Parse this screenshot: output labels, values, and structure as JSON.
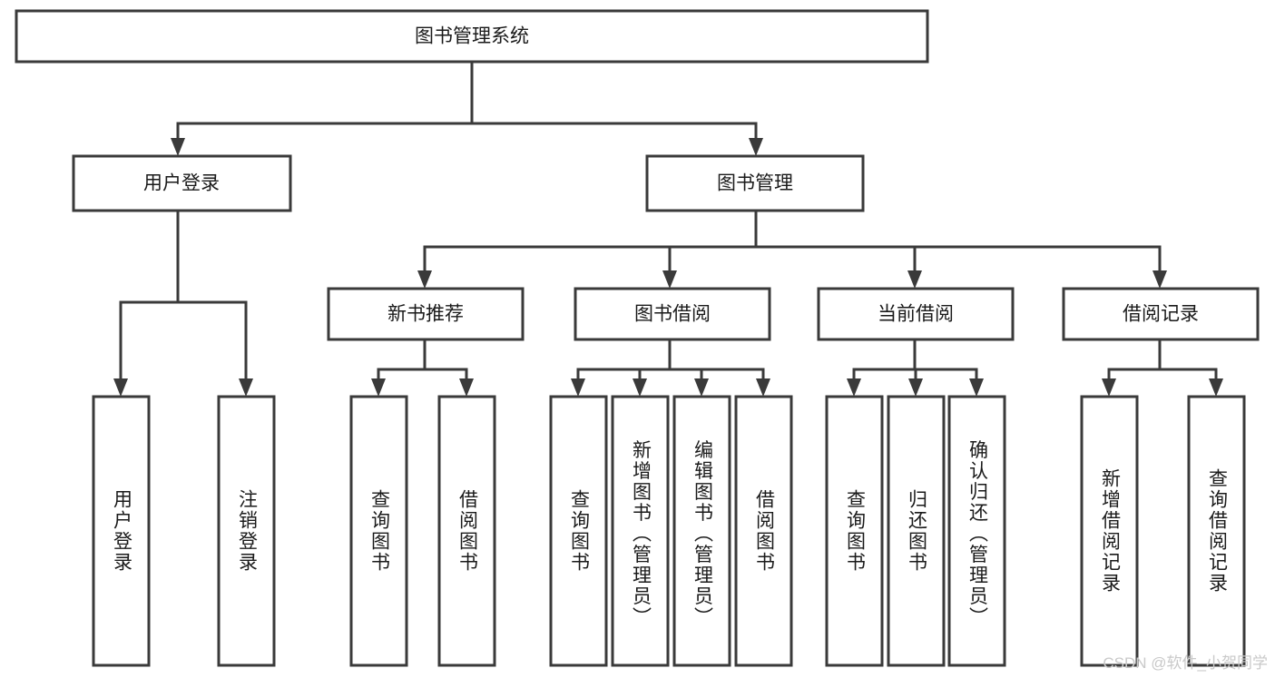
{
  "diagram": {
    "title": "图书管理系统",
    "type": "tree",
    "root": {
      "id": "root",
      "label": "图书管理系统"
    },
    "level2": [
      {
        "id": "user-login",
        "label": "用户登录"
      },
      {
        "id": "book-manage",
        "label": "图书管理"
      }
    ],
    "level3": [
      {
        "id": "new-book-rec",
        "label": "新书推荐",
        "parent": "book-manage"
      },
      {
        "id": "book-borrow",
        "label": "图书借阅",
        "parent": "book-manage"
      },
      {
        "id": "current-borrow",
        "label": "当前借阅",
        "parent": "book-manage"
      },
      {
        "id": "borrow-record",
        "label": "借阅记录",
        "parent": "book-manage"
      }
    ],
    "leaves": [
      {
        "id": "leaf-user-login",
        "label": "用户登录",
        "parent": "user-login"
      },
      {
        "id": "leaf-user-logout",
        "label": "注销登录",
        "parent": "user-login"
      },
      {
        "id": "leaf-rec-query",
        "label": "查询图书",
        "parent": "new-book-rec"
      },
      {
        "id": "leaf-rec-borrow",
        "label": "借阅图书",
        "parent": "new-book-rec"
      },
      {
        "id": "leaf-borrow-query",
        "label": "查询图书",
        "parent": "book-borrow"
      },
      {
        "id": "leaf-borrow-add",
        "label": "新增图书（管理员）",
        "parent": "book-borrow"
      },
      {
        "id": "leaf-borrow-edit",
        "label": "编辑图书（管理员）",
        "parent": "book-borrow"
      },
      {
        "id": "leaf-borrow-lend",
        "label": "借阅图书",
        "parent": "book-borrow"
      },
      {
        "id": "leaf-cur-query",
        "label": "查询图书",
        "parent": "current-borrow"
      },
      {
        "id": "leaf-cur-return",
        "label": "归还图书",
        "parent": "current-borrow"
      },
      {
        "id": "leaf-cur-confirm",
        "label": "确认归还（管理员）",
        "parent": "current-borrow"
      },
      {
        "id": "leaf-rec-add",
        "label": "新增借阅记录",
        "parent": "borrow-record"
      },
      {
        "id": "leaf-rec-query2",
        "label": "查询借阅记录",
        "parent": "borrow-record"
      }
    ]
  },
  "watermark": {
    "text": "CSDN @软件_小贺同学"
  },
  "colors": {
    "stroke": "#3a3a3a",
    "box_fill": "#ffffff",
    "text": "#1a1a1a",
    "watermark": "#c9c9c9"
  }
}
